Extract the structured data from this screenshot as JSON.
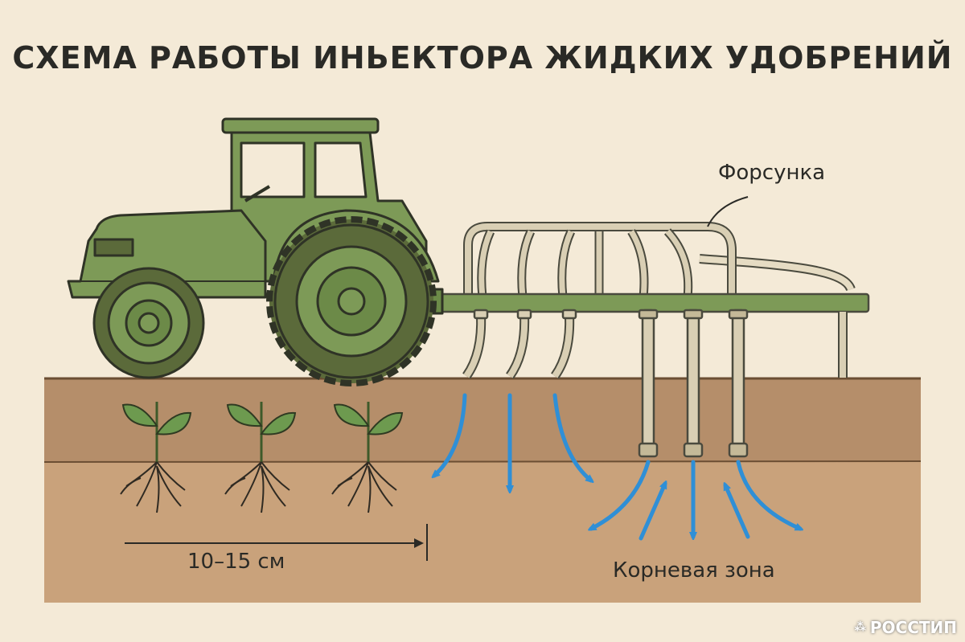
{
  "title": "СХЕМА РАБОТЫ ИНЬЕКТОРА ЖИДКИХ УДОБРЕНИЙ",
  "labels": {
    "nozzle": "Форсунка",
    "root_zone": "Корневая зона",
    "distance": "10–15 см"
  },
  "watermark": "РОССТИП",
  "colors": {
    "background": "#f4ead7",
    "tractor_green": "#7d9a57",
    "tire_dark": "#5b6a3a",
    "soil_top": "#b58e6a",
    "soil_lower": "#c8a078",
    "fertilizer_arrow": "#2f8fd6",
    "pipe": "#d9cfb4",
    "plant_green": "#6d9a4f"
  }
}
